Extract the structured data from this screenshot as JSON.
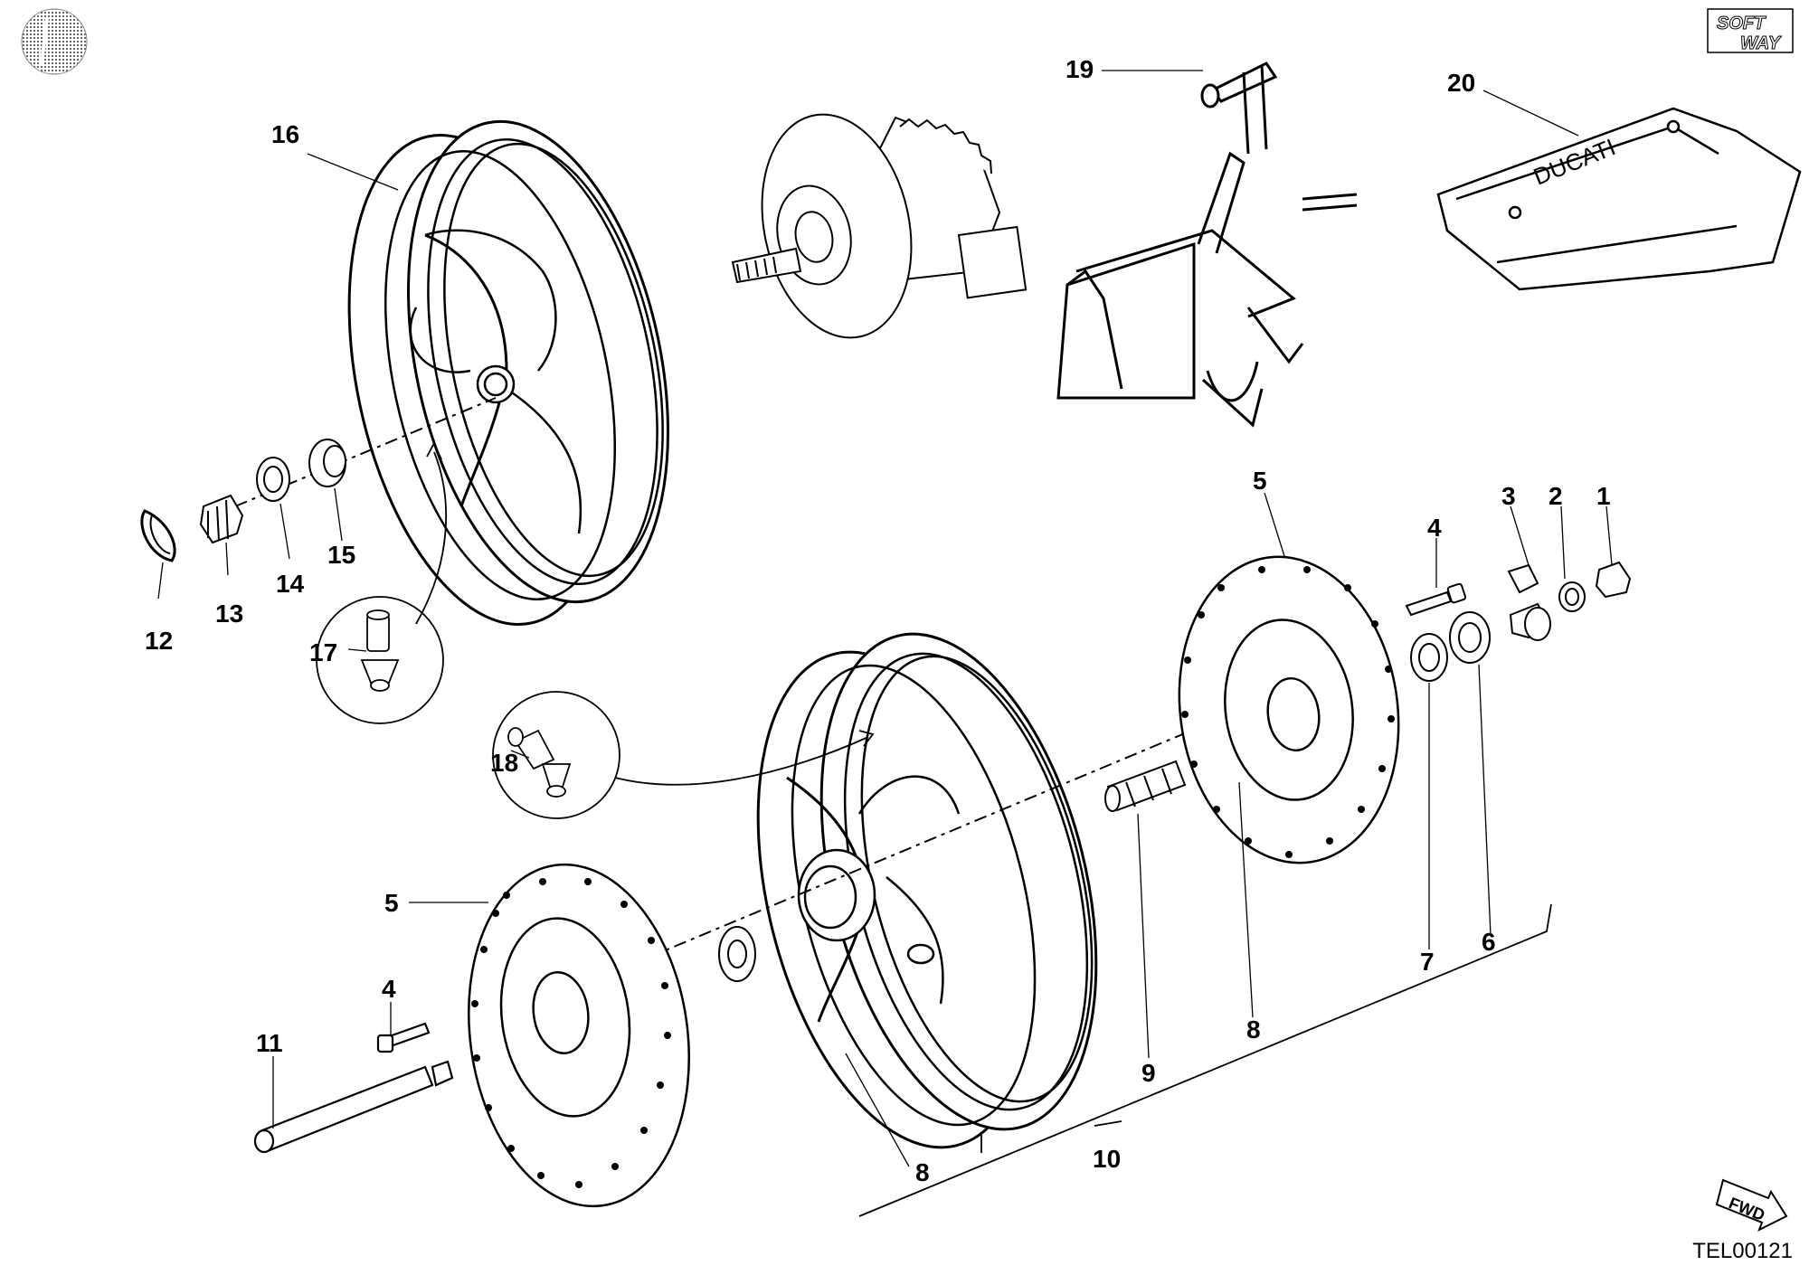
{
  "drawing_code": "TEL00121",
  "logo": {
    "line1": "SOFT",
    "line2": "WAY"
  },
  "fwd_label": "FWD",
  "bag_brand": "DUCATI",
  "callouts": [
    {
      "id": "1",
      "text": "1"
    },
    {
      "id": "2",
      "text": "2"
    },
    {
      "id": "3",
      "text": "3"
    },
    {
      "id": "4a",
      "text": "4"
    },
    {
      "id": "4b",
      "text": "4"
    },
    {
      "id": "5a",
      "text": "5"
    },
    {
      "id": "5b",
      "text": "5"
    },
    {
      "id": "6",
      "text": "6"
    },
    {
      "id": "7",
      "text": "7"
    },
    {
      "id": "8a",
      "text": "8"
    },
    {
      "id": "8b",
      "text": "8"
    },
    {
      "id": "9",
      "text": "9"
    },
    {
      "id": "10",
      "text": "10"
    },
    {
      "id": "11",
      "text": "11"
    },
    {
      "id": "12",
      "text": "12"
    },
    {
      "id": "13",
      "text": "13"
    },
    {
      "id": "14",
      "text": "14"
    },
    {
      "id": "15",
      "text": "15"
    },
    {
      "id": "16",
      "text": "16"
    },
    {
      "id": "17",
      "text": "17"
    },
    {
      "id": "18",
      "text": "18"
    },
    {
      "id": "19",
      "text": "19"
    },
    {
      "id": "20",
      "text": "20"
    }
  ]
}
